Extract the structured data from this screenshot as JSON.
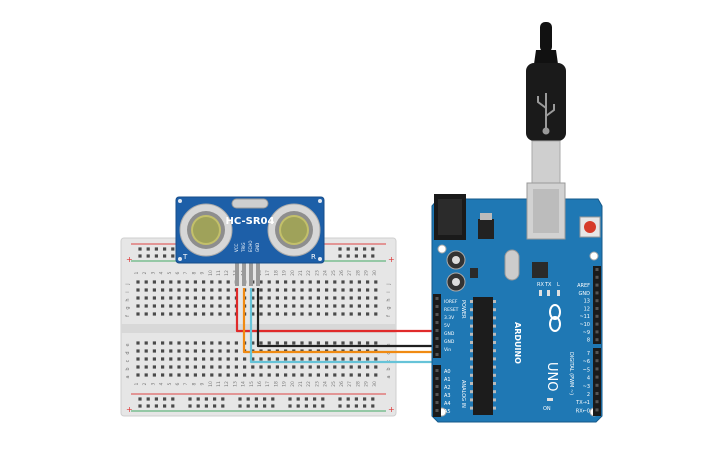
{
  "sensor": {
    "model": "HC-SR04",
    "pins": [
      "VCC",
      "TRIG",
      "ECHO",
      "GND"
    ],
    "corner_left": "T",
    "corner_right": "R"
  },
  "breadboard": {
    "column_numbers": [
      "1",
      "2",
      "3",
      "4",
      "5",
      "6",
      "7",
      "8",
      "9",
      "10",
      "11",
      "12",
      "13",
      "14",
      "15",
      "16",
      "17",
      "18",
      "19",
      "20",
      "21",
      "22",
      "23",
      "24",
      "25",
      "26",
      "27",
      "28",
      "29",
      "30"
    ],
    "row_letters_top": [
      "j",
      "i",
      "h",
      "g",
      "f"
    ],
    "row_letters_bottom": [
      "e",
      "d",
      "c",
      "b",
      "a"
    ],
    "rail_plus": "+",
    "rail_minus": "-"
  },
  "arduino": {
    "brand": "ARDUINO",
    "model": "UNO",
    "power_header_label": "POWER",
    "power_pins": [
      "IOREF",
      "RESET",
      "3.3V",
      "5V",
      "GND",
      "GND",
      "Vin"
    ],
    "analog_header_label": "ANALOG IN",
    "analog_pins": [
      "A0",
      "A1",
      "A2",
      "A3",
      "A4",
      "A5"
    ],
    "digital_header_label": "DIGITAL (PWM ~)",
    "digital_pins_upper": [
      "AREF",
      "GND",
      "13",
      "12",
      "~11",
      "~10",
      "~9",
      "8"
    ],
    "digital_pins_lower": [
      "7",
      "~6",
      "~5",
      "4",
      "~3",
      "2",
      "TX→1",
      "RX←0"
    ],
    "led_labels": [
      "RX",
      "TX",
      "L"
    ],
    "on_label": "ON"
  },
  "wires": {
    "vcc_color": "#e02a2a",
    "gnd_color": "#202020",
    "trig_color": "#f08a12",
    "echo_color": "#66c3d8"
  },
  "colors": {
    "board_blue": "#1f78b4",
    "sensor_blue": "#1d5fa8",
    "breadboard": "#e8e8e8"
  }
}
